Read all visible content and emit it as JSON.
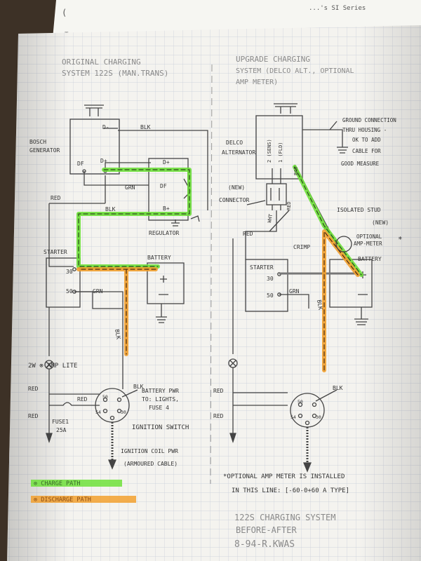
{
  "back_sheet": {
    "header": "...'s SI Series",
    "letter": "(",
    "mark": "T"
  },
  "left": {
    "title_line1": "ORIGINAL CHARGING",
    "title_line2": "SYSTEM  122S (MAN.TRANS)",
    "generator_line1": "BOSCH",
    "generator_line2": "GENERATOR",
    "d_minus": "D-",
    "blk_top": "BLK",
    "df": "DF",
    "d_plus": "D+",
    "red_wire": "RED",
    "grn_wire": "GRN",
    "blk_mid": "BLK",
    "reg_d_plus": "D+",
    "reg_df": "DF",
    "reg_b_plus": "B+",
    "regulator": "REGULATOR",
    "battery": "BATTERY",
    "starter": "STARTER",
    "t30": "30",
    "t50": "50",
    "grn_low": "GRN",
    "blk_low": "BLK",
    "amp_lite": "2W ⊗ AMP LITE",
    "red_a": "RED",
    "red_b": "RED",
    "red_c": "RED",
    "fuse_line1": "FUSE1",
    "fuse_line2": "25A",
    "sw_50": "50",
    "sw_54": "54",
    "sw_30": "30",
    "blk_sw": "BLK",
    "batt_pwr_line1": "BATTERY PWR",
    "batt_pwr_line2": "TO: LIGHTS,",
    "batt_pwr_line3": "FUSE 4",
    "ign_switch": "IGNITION SWITCH",
    "ign_coil_line1": "IGNITION COIL PWR",
    "ign_coil_line2": "(ARMOURED CABLE)",
    "legend_charge": "⊗ CHARGE PATH",
    "legend_discharge": "⊗ DISCHARGE PATH"
  },
  "right": {
    "title_line1": "UPGRADE CHARGING",
    "title_line2": "SYSTEM (DELCO ALT., OPTIONAL",
    "title_line3": "AMP METER)",
    "ground_line1": "GROUND CONNECTION",
    "ground_line2": "THRU HOUSING -",
    "ground_line3": "OK TO ADD",
    "ground_line4": "CABLE FOR",
    "ground_line5": "GOOD MEASURE",
    "delco_line1": "DELCO",
    "delco_line2": "ALTERNATOR",
    "sens": "2 (SENS)",
    "fld": "1 (FLD)",
    "bat": "BAT",
    "new_label": "(NEW)",
    "connector": "CONNECTOR",
    "red_conn": "RED",
    "isolated_line1": "ISOLATED STUD",
    "isolated_line2": "(NEW)",
    "optional_line1": "OPTIONAL",
    "optional_line2": "AMP-METER",
    "star": "*",
    "red_top": "RED",
    "wht": "WHT",
    "crimp": "CRIMP",
    "starter": "STARTER",
    "battery": "BATTERY",
    "t30": "30",
    "t50": "50",
    "grn": "GRN",
    "blk_vert": "BLK",
    "red_a": "RED",
    "red_b": "RED",
    "blk_sw": "BLK",
    "sw_50": "50",
    "sw_54": "54",
    "sw_30": "30"
  },
  "notes": {
    "optional_line1": "*OPTIONAL AMP METER IS INSTALLED",
    "optional_line2": "IN THIS LINE: [-60-0+60 A TYPE]",
    "title_line1": "122S CHARGING SYSTEM",
    "title_line2": "BEFORE-AFTER",
    "title_line3": "8-94-R.KWAS"
  },
  "colors": {
    "charge": "#6ee03a",
    "discharge": "#f2a02e",
    "ink": "#333333",
    "paper": "#f4f3ef",
    "grid": "#c6ccd8"
  }
}
